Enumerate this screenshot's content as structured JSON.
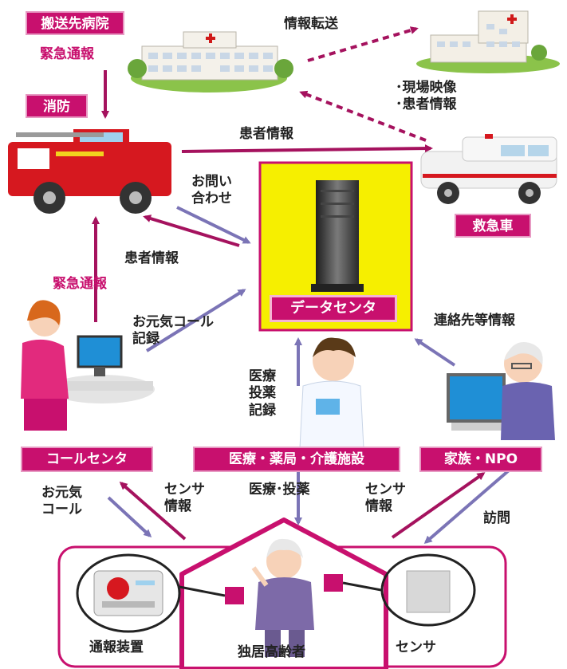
{
  "boxes": {
    "hospital": "搬送先病院",
    "fire": "消防",
    "ambulance": "救急車",
    "data_center": "データセンタ",
    "call_center": "コールセンタ",
    "medical": "医療・薬局・介護施設",
    "family": "家族・NPO"
  },
  "labels": {
    "emergency_top": "緊急通報",
    "info_transfer": "情報転送",
    "site_video": "･現場映像\n･患者情報",
    "patient_info_fire_amb": "患者情報",
    "inquiry": "お問い\n合わせ",
    "patient_info_dc": "患者情報",
    "emergency_mid": "緊急通報",
    "call_record": "お元気コール\n記録",
    "med_record": "医療\n投薬\n記録",
    "contact_info": "連絡先等情報",
    "genki_call": "お元気\nコール",
    "sensor_info_left": "センサ\n情報",
    "med_meds": "医療･投薬",
    "sensor_info_right": "センサ\n情報",
    "visit": "訪問",
    "alarm_device": "通報装置",
    "elderly": "独居高齢者",
    "sensor": "センサ"
  },
  "colors": {
    "accent": "#c8106e",
    "arrow_gray": "#7b74b6",
    "data_center_bg": "#f6ef00"
  }
}
